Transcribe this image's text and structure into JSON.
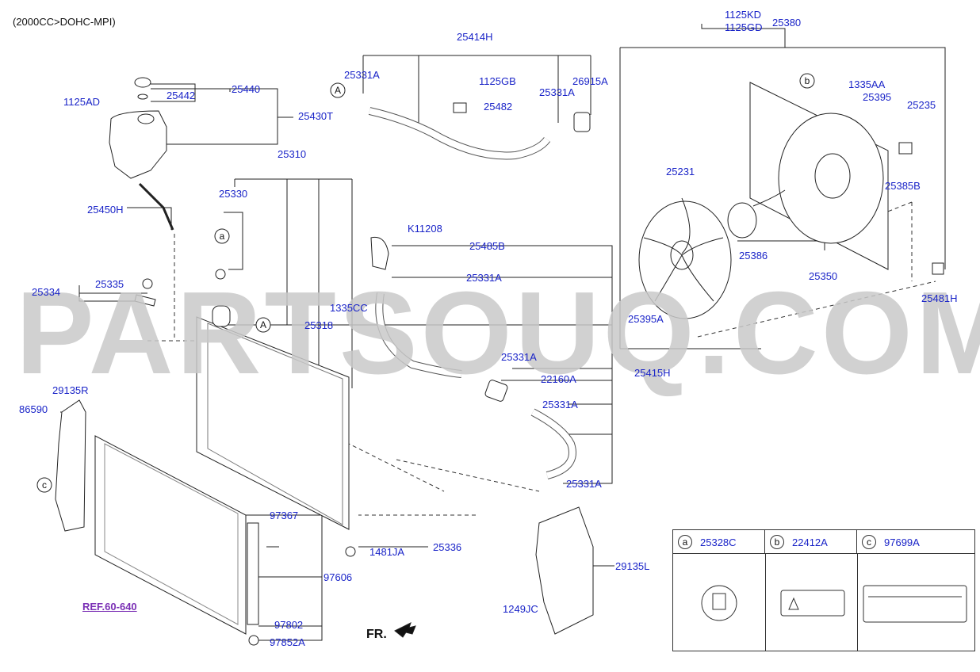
{
  "header": {
    "variant": "(2000CC>DOHC-MPI)"
  },
  "watermark": "PARTSOUQ.COM",
  "ref_link": "REF.60-640",
  "direction_label": "FR.",
  "callouts": {
    "A1": "A",
    "A2": "A",
    "a": "a",
    "b": "b",
    "c": "c"
  },
  "parts": [
    {
      "id": "p25414H",
      "label": "25414H"
    },
    {
      "id": "p1125KD",
      "label": "1125KD"
    },
    {
      "id": "p1125GD",
      "label": "1125GD"
    },
    {
      "id": "p25380",
      "label": "25380"
    },
    {
      "id": "p25440",
      "label": "25440"
    },
    {
      "id": "p25442",
      "label": "25442"
    },
    {
      "id": "p1125AD",
      "label": "1125AD"
    },
    {
      "id": "p25430T",
      "label": "25430T"
    },
    {
      "id": "p25331A_1",
      "label": "25331A"
    },
    {
      "id": "p1125GB",
      "label": "1125GB"
    },
    {
      "id": "p26915A",
      "label": "26915A"
    },
    {
      "id": "p25331A_2",
      "label": "25331A"
    },
    {
      "id": "p25482",
      "label": "25482"
    },
    {
      "id": "p1335AA",
      "label": "1335AA"
    },
    {
      "id": "p25395",
      "label": "25395"
    },
    {
      "id": "p25235",
      "label": "25235"
    },
    {
      "id": "p25310",
      "label": "25310"
    },
    {
      "id": "p25231",
      "label": "25231"
    },
    {
      "id": "p25385B",
      "label": "25385B"
    },
    {
      "id": "p25330",
      "label": "25330"
    },
    {
      "id": "p25450H",
      "label": "25450H"
    },
    {
      "id": "pK11208",
      "label": "K11208"
    },
    {
      "id": "p25485B",
      "label": "25485B"
    },
    {
      "id": "p25386",
      "label": "25386"
    },
    {
      "id": "p25331A_3",
      "label": "25331A"
    },
    {
      "id": "p25350",
      "label": "25350"
    },
    {
      "id": "p25334",
      "label": "25334"
    },
    {
      "id": "p25335",
      "label": "25335"
    },
    {
      "id": "p1335CC",
      "label": "1335CC"
    },
    {
      "id": "p25481H",
      "label": "25481H"
    },
    {
      "id": "p25395A",
      "label": "25395A"
    },
    {
      "id": "p25318",
      "label": "25318"
    },
    {
      "id": "p25331A_4",
      "label": "25331A"
    },
    {
      "id": "p25415H",
      "label": "25415H"
    },
    {
      "id": "p22160A",
      "label": "22160A"
    },
    {
      "id": "p29135R",
      "label": "29135R"
    },
    {
      "id": "p25331A_5",
      "label": "25331A"
    },
    {
      "id": "p86590",
      "label": "86590"
    },
    {
      "id": "p25331A_6",
      "label": "25331A"
    },
    {
      "id": "p97367",
      "label": "97367"
    },
    {
      "id": "p1481JA",
      "label": "1481JA"
    },
    {
      "id": "p25336",
      "label": "25336"
    },
    {
      "id": "p29135L",
      "label": "29135L"
    },
    {
      "id": "p97606",
      "label": "97606"
    },
    {
      "id": "p1249JC",
      "label": "1249JC"
    },
    {
      "id": "p97802",
      "label": "97802"
    },
    {
      "id": "p97852A",
      "label": "97852A"
    }
  ],
  "legend": [
    {
      "key": "a",
      "code": "25328C"
    },
    {
      "key": "b",
      "code": "22412A"
    },
    {
      "key": "c",
      "code": "97699A"
    }
  ],
  "colors": {
    "label": "#1a24c8",
    "line": "#222222",
    "ref": "#7a2fb5",
    "watermark": "#c9c9c9"
  }
}
